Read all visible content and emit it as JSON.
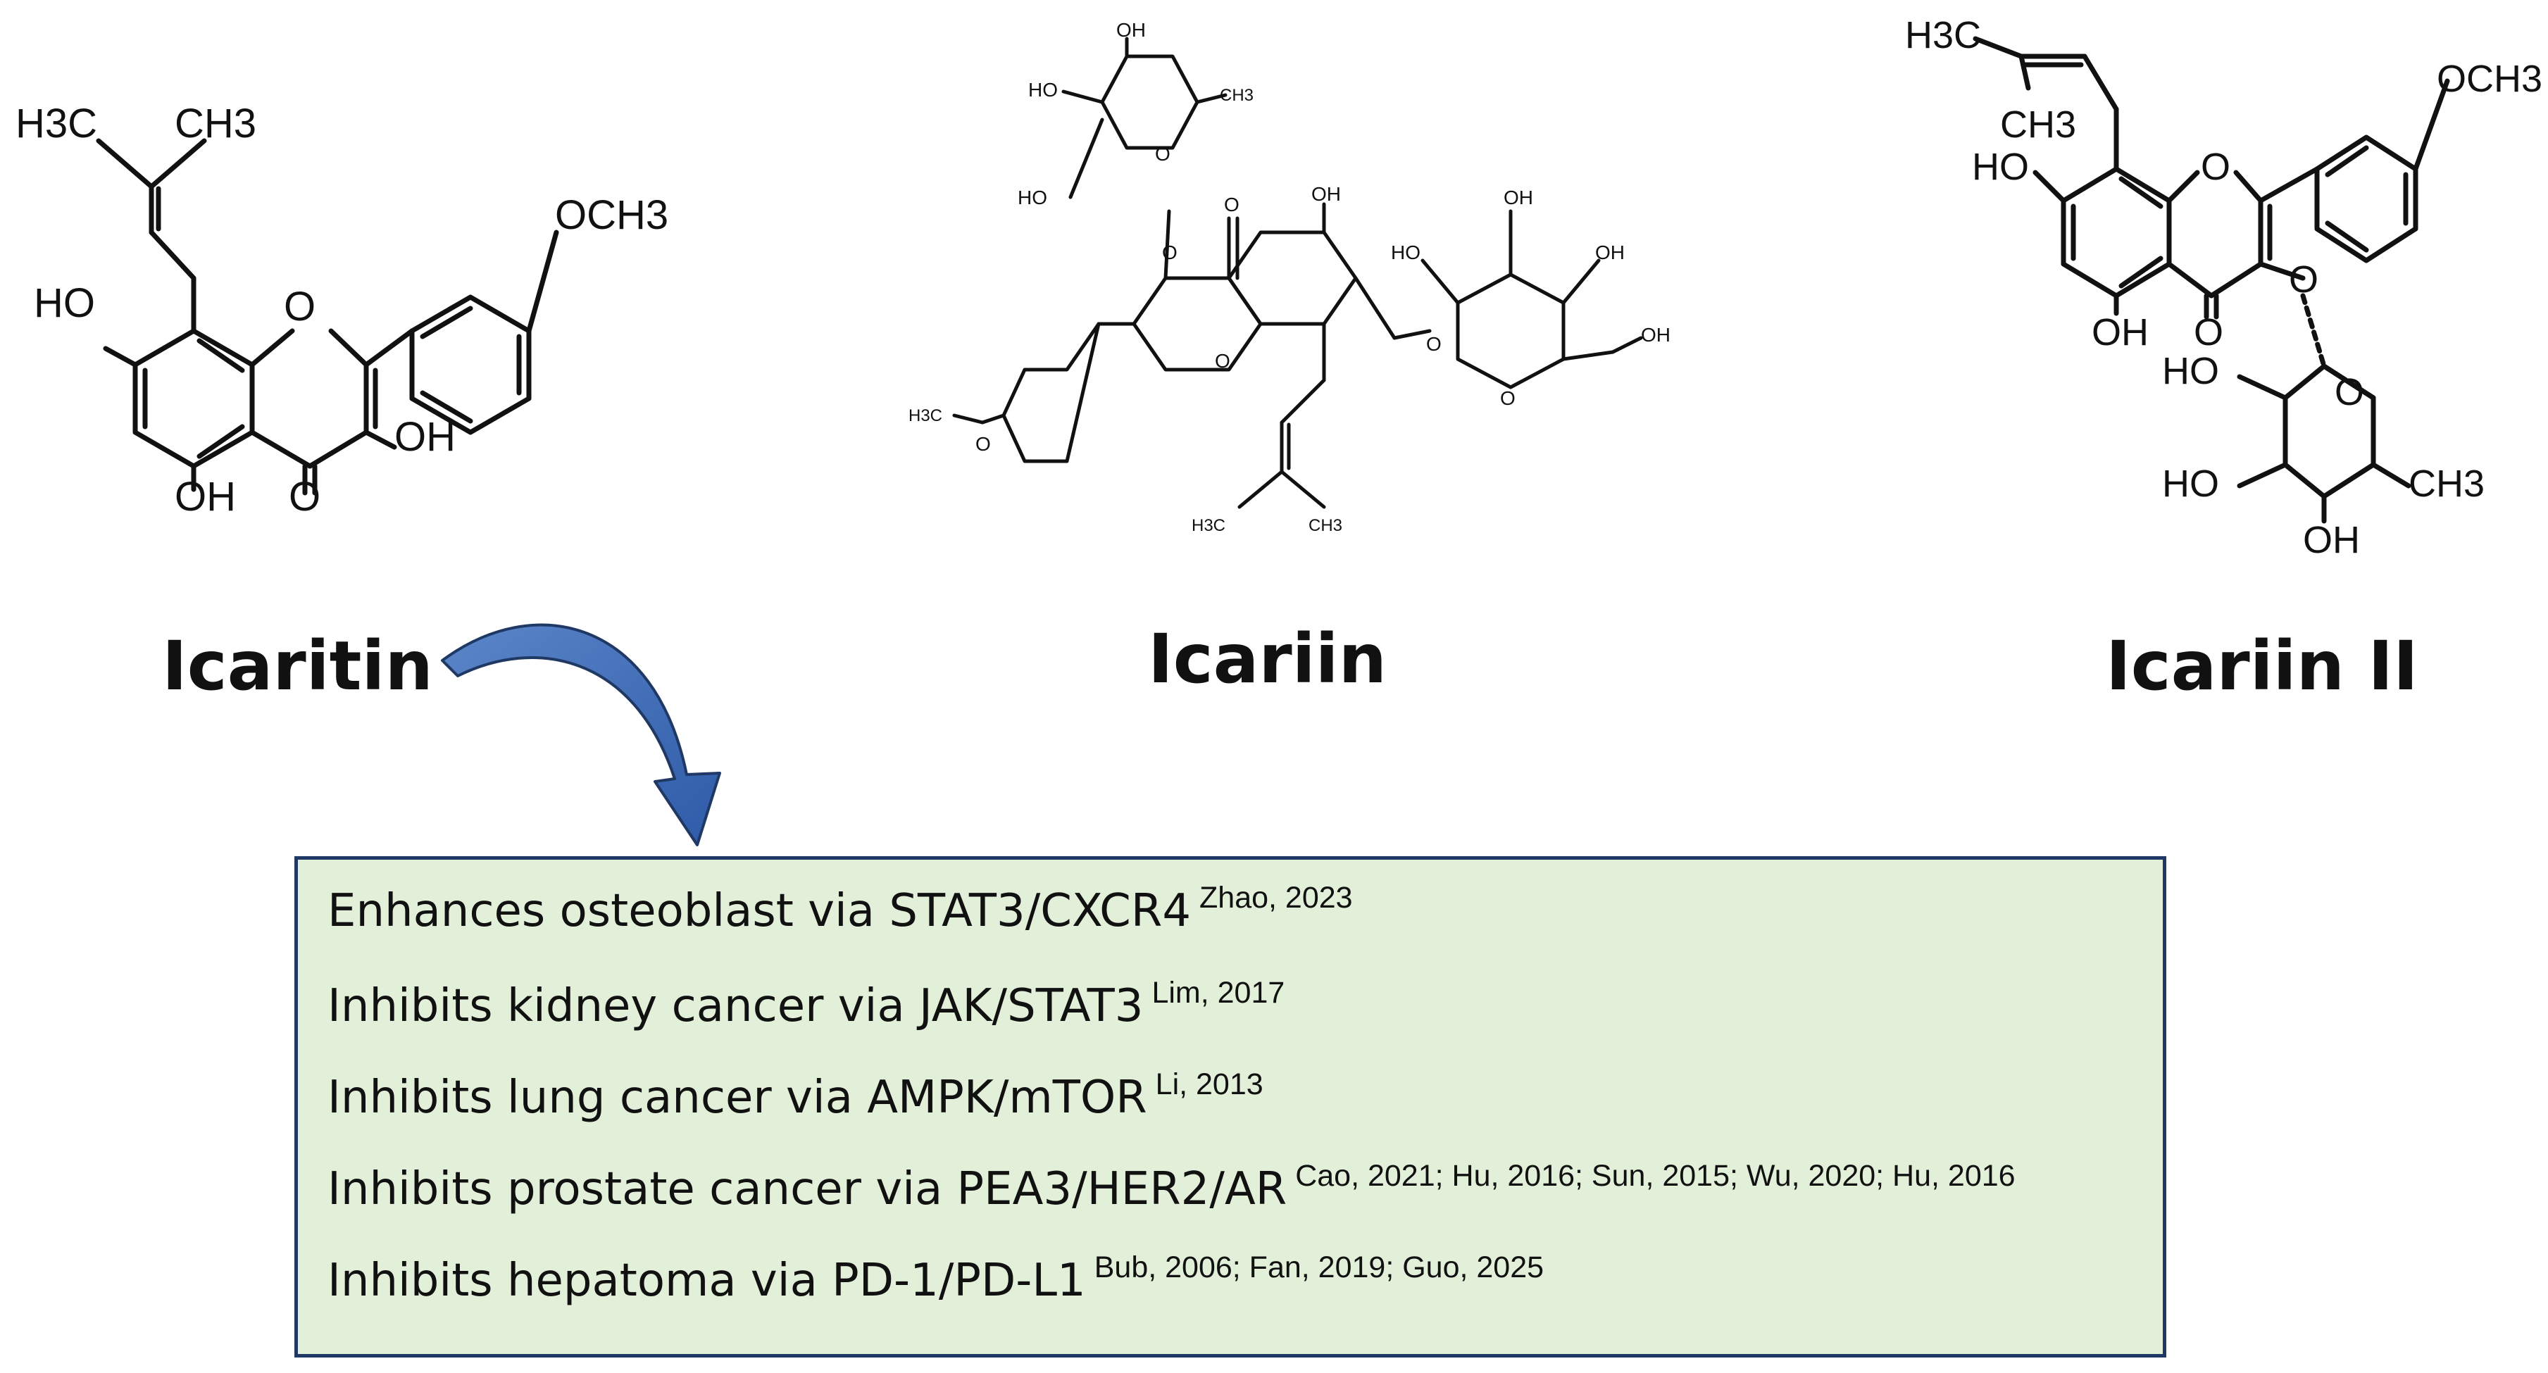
{
  "compounds": [
    {
      "name": "Icaritin"
    },
    {
      "name": "Icariin"
    },
    {
      "name": "Icariin II"
    }
  ],
  "atoms": {
    "H3C": "H3C",
    "CH3": "CH3",
    "OCH3": "OCH3",
    "HO": "HO",
    "OH": "OH",
    "O": "O",
    "CH3_small": "CH3",
    "H3C_small": "H3C"
  },
  "activities": [
    {
      "text": "Enhances osteoblast via STAT3/CXCR4",
      "ref": "Zhao, 2023"
    },
    {
      "text": "Inhibits kidney cancer via JAK/STAT3",
      "ref": "Lim, 2017"
    },
    {
      "text": "Inhibits lung cancer via AMPK/mTOR",
      "ref": "Li, 2013"
    },
    {
      "text": "Inhibits prostate cancer via PEA3/HER2/AR",
      "ref": "Cao, 2021; Hu, 2016; Sun, 2015; Wu, 2020; Hu, 2016"
    },
    {
      "text": "Inhibits hepatoma via PD-1/PD-L1",
      "ref": "Bub, 2006; Fan, 2019; Guo, 2025"
    }
  ],
  "colors": {
    "box_fill": "#e2efd9",
    "box_border": "#1f3864",
    "arrow": "#2e5aa8",
    "arrow_edge": "#1f3864"
  }
}
